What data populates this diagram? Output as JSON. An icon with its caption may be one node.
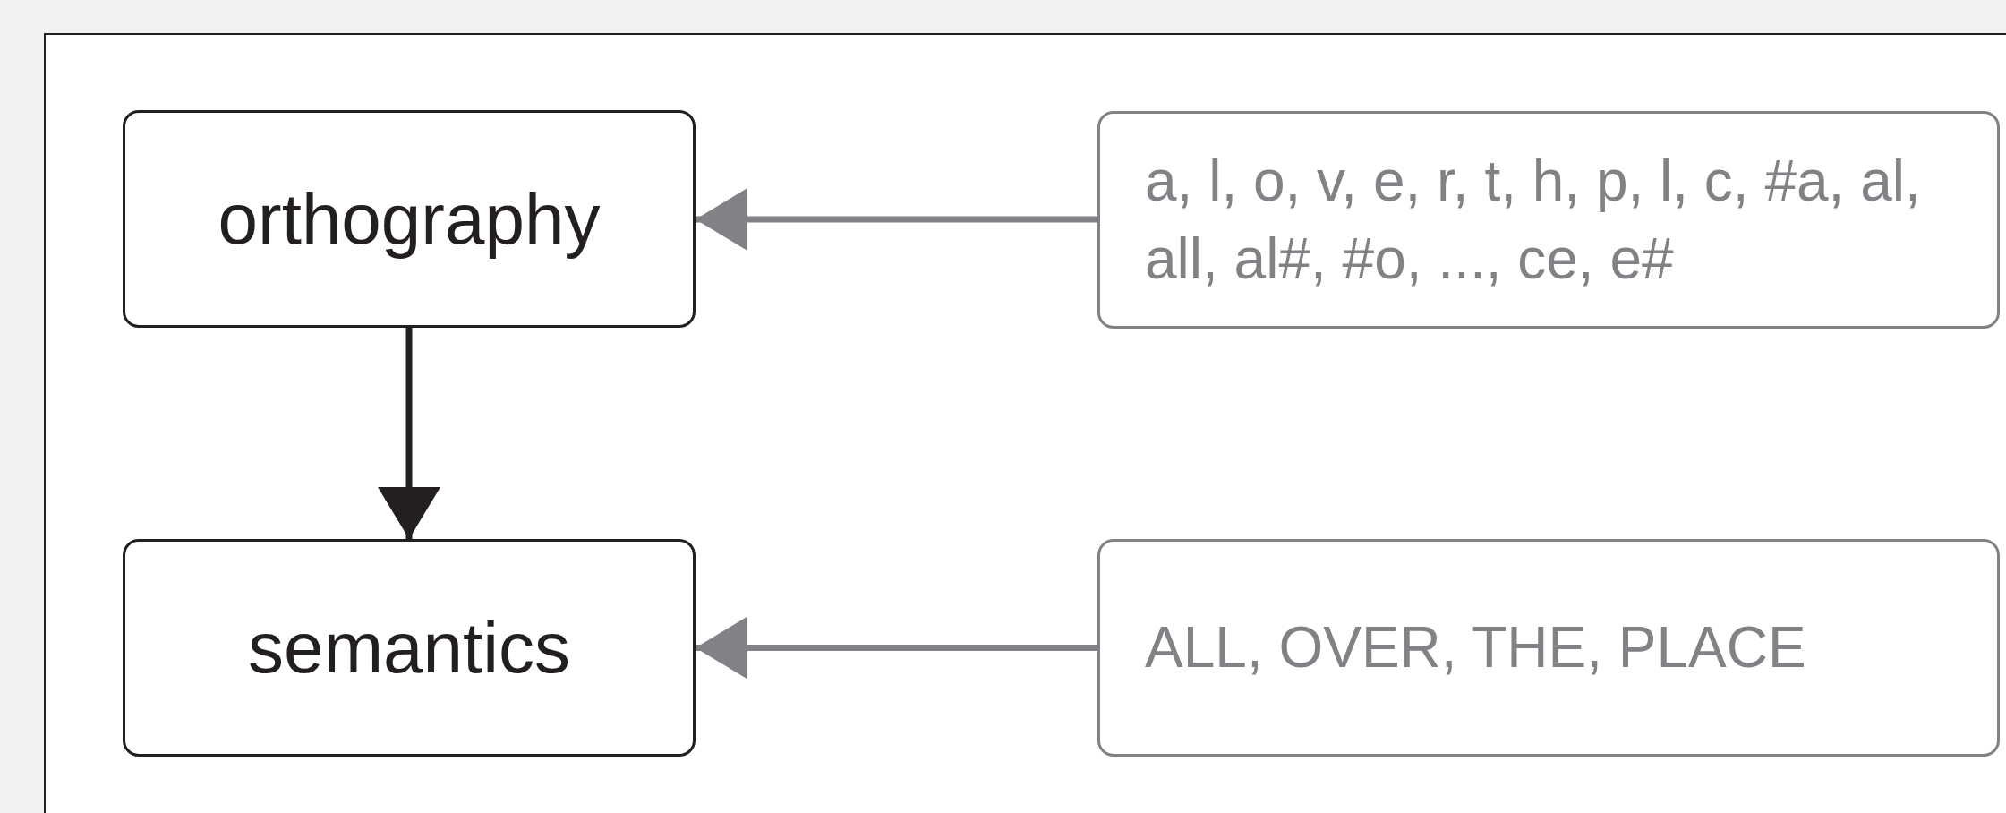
{
  "diagram": {
    "nodes": [
      {
        "text": [
          "orthography"
        ]
      },
      {
        "text": [
          "semantics"
        ]
      },
      {
        "text": [
          "a, l, o, v, e, r, t, h, p, l, c, #a, al, all, al#, #o, ..., ce, e#"
        ]
      },
      {
        "text": [
          "ALL, OVER, THE, PLACE"
        ]
      }
    ],
    "edges": [
      {
        "from": 0,
        "to": 1,
        "arrow": "to",
        "color": "#231f20"
      },
      {
        "from": 2,
        "to": 0,
        "arrow": "to"
      },
      {
        "from": 3,
        "to": 1,
        "arrow": "to"
      }
    ]
  }
}
